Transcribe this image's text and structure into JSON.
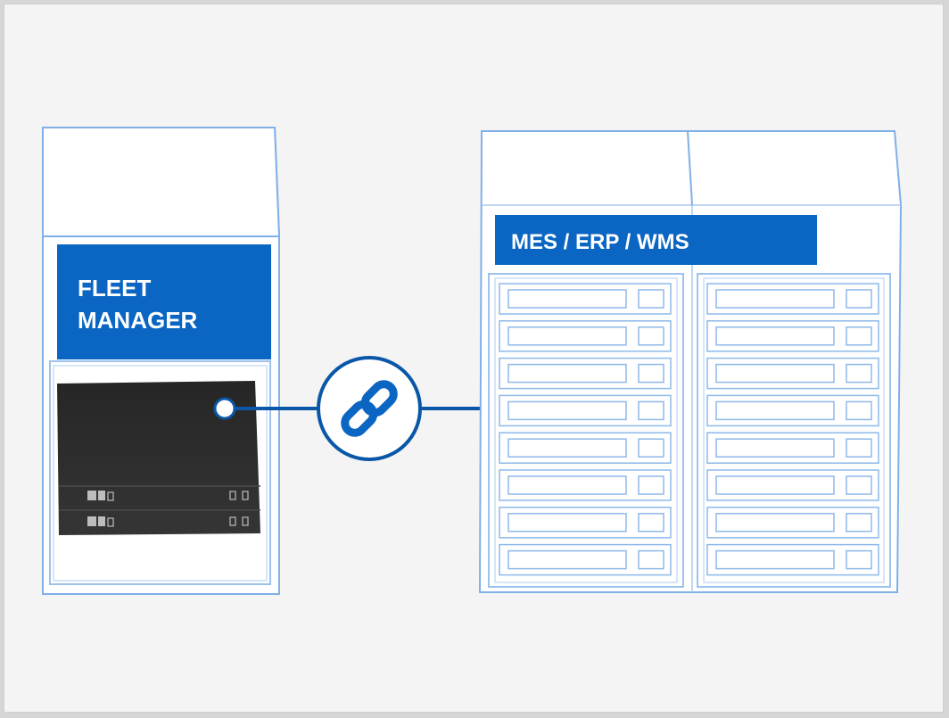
{
  "diagram": {
    "fleet_manager": {
      "label_line1": "FLEET",
      "label_line2": "MANAGER"
    },
    "enterprise_systems": {
      "label": "MES / ERP / WMS"
    },
    "link_icon": "chain-link-icon",
    "colors": {
      "brand_blue": "#0a66c2",
      "outline_blue": "#6aa6e6",
      "device_dark": "#2b2b2b",
      "background": "#f4f4f4"
    }
  }
}
